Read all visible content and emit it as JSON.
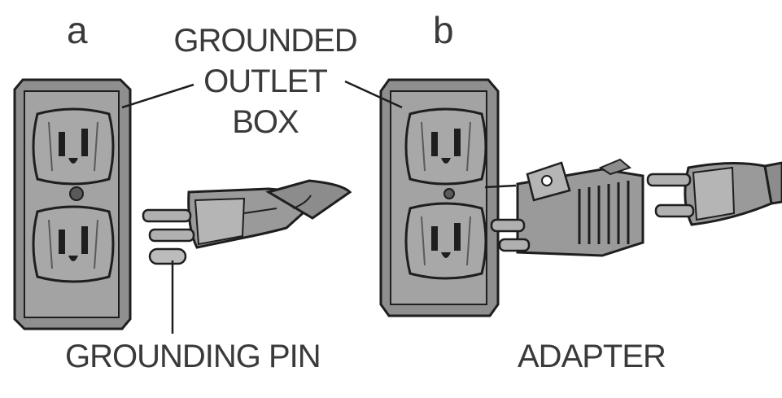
{
  "panels": {
    "a": {
      "letter": "a"
    },
    "b": {
      "letter": "b"
    }
  },
  "labels": {
    "grounded_outlet_box": [
      "GROUNDED",
      "OUTLET",
      "BOX"
    ],
    "grounding_pin": "GROUNDING PIN",
    "adapter": "ADAPTER"
  },
  "colors": {
    "fill": "#9a9a9a",
    "fill_light": "#b7b7b7",
    "fill_dark": "#6f6f6f",
    "stroke": "#1e1e1e",
    "text": "#3a3a3a"
  }
}
